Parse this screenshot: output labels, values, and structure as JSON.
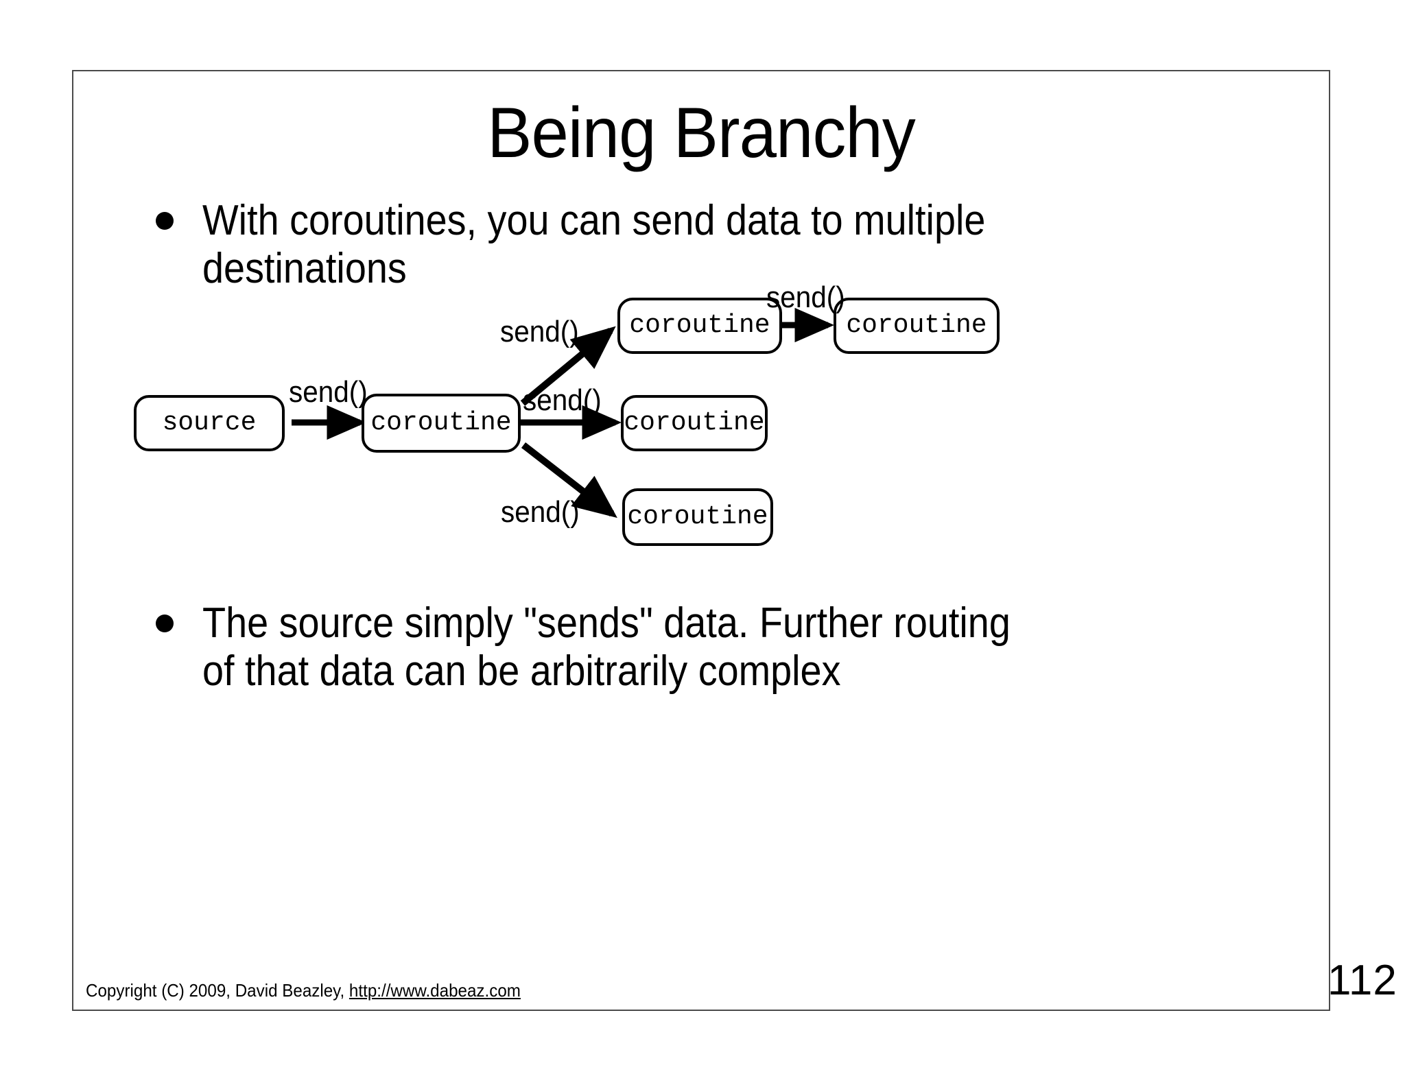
{
  "slide": {
    "title": "Being Branchy",
    "page_number": "112",
    "border_color": "#4a4a4a"
  },
  "bullets": [
    {
      "id": "bullet-1",
      "marker": "•",
      "text": "With coroutines, you can send data to multiple\ndestinations"
    },
    {
      "id": "bullet-2",
      "marker": "•",
      "text": "The source simply \"sends\" data.  Further routing\nof  that data can be arbitrarily complex"
    }
  ],
  "diagram": {
    "nodes": [
      {
        "id": "source",
        "label": "source"
      },
      {
        "id": "hub",
        "label": "coroutine"
      },
      {
        "id": "top",
        "label": "coroutine"
      },
      {
        "id": "top-right",
        "label": "coroutine"
      },
      {
        "id": "middle",
        "label": "coroutine"
      },
      {
        "id": "bottom",
        "label": "coroutine"
      }
    ],
    "edges": [
      {
        "id": "source-to-hub",
        "from": "source",
        "to": "hub",
        "label": "send()"
      },
      {
        "id": "hub-to-top",
        "from": "hub",
        "to": "top",
        "label": "send()"
      },
      {
        "id": "hub-to-middle",
        "from": "hub",
        "to": "middle",
        "label": "send()"
      },
      {
        "id": "hub-to-bottom",
        "from": "hub",
        "to": "bottom",
        "label": "send()"
      },
      {
        "id": "top-to-top-right",
        "from": "top",
        "to": "top-right",
        "label": "send()"
      }
    ]
  },
  "footer": {
    "copyright": "Copyright (C) 2009,  David Beazley, ",
    "url": "http://www.dabeaz.com"
  }
}
